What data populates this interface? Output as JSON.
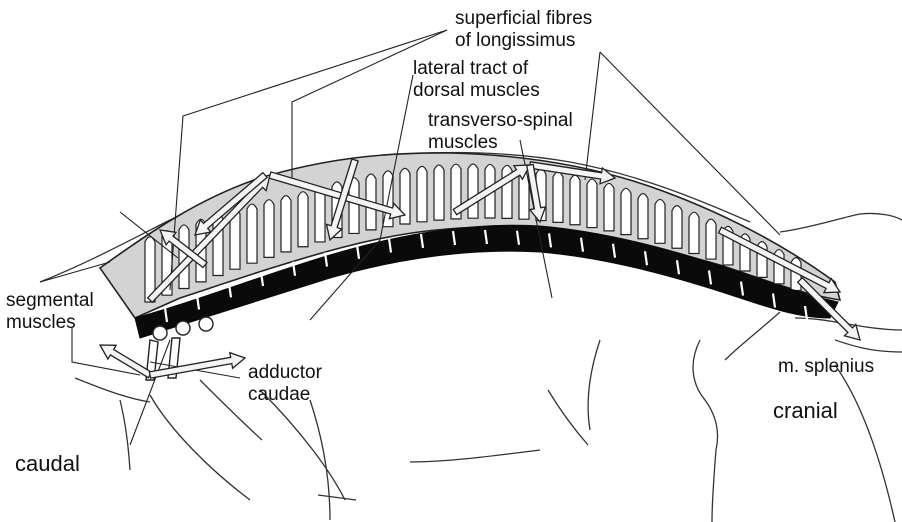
{
  "labels": {
    "superficial_fibres": [
      "superficial fibres",
      "of longissimus"
    ],
    "lateral_tract": [
      "lateral tract of",
      "dorsal muscles"
    ],
    "transverso_spinal": [
      "transverso-spinal",
      "muscles"
    ],
    "segmental": [
      "segmental",
      "muscles"
    ],
    "adductor": [
      "adductor",
      "caudae"
    ],
    "splenius": "m. splenius",
    "cranial": "cranial",
    "caudal": "caudal"
  },
  "colors": {
    "vertebral_band": "#0a0a0a",
    "muscle_fill": "#d3d3d3",
    "outline": "#222222",
    "arrow_fill": "#f4f4f4",
    "text": "#111111"
  }
}
